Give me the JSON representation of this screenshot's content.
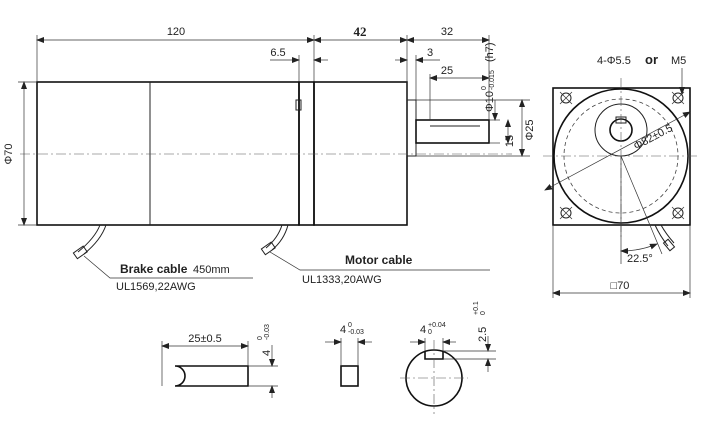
{
  "dimensions": {
    "body_length": "120",
    "gearbox_length": "42",
    "shaft_length": "32",
    "flange_thickness": "6.5",
    "shaft_offset": "3",
    "key_length": "25",
    "shaft_dia_main": "Φ10",
    "shaft_tol_upper": "0",
    "shaft_tol_lower": "-0.015",
    "shaft_fit": "(h7)",
    "boss_dia": "Φ25",
    "shaft_height": "15",
    "body_dia": "Φ70",
    "mount_holes": "4-Φ5.5",
    "or_label": "or",
    "mount_thread": "M5",
    "pcd": "Φ82±0.5",
    "angle": "22.5°",
    "square": "□70"
  },
  "cables": {
    "brake_label": "Brake cable",
    "brake_length": "450mm",
    "brake_spec": "UL1569,22AWG",
    "motor_label": "Motor cable",
    "motor_spec": "UL1333,20AWG"
  },
  "key_details": {
    "key_len": "25±0.5",
    "key_height_main": "4",
    "key_height_upper": "0",
    "key_height_lower": "-0.03",
    "key_width_main": "4",
    "key_width_upper": "0",
    "key_width_lower": "-0.03",
    "slot_width_main": "4",
    "slot_width_upper": "+0.04",
    "slot_width_lower": "0",
    "slot_depth_main": "2.5",
    "slot_depth_upper": "+0.1",
    "slot_depth_lower": "0"
  }
}
